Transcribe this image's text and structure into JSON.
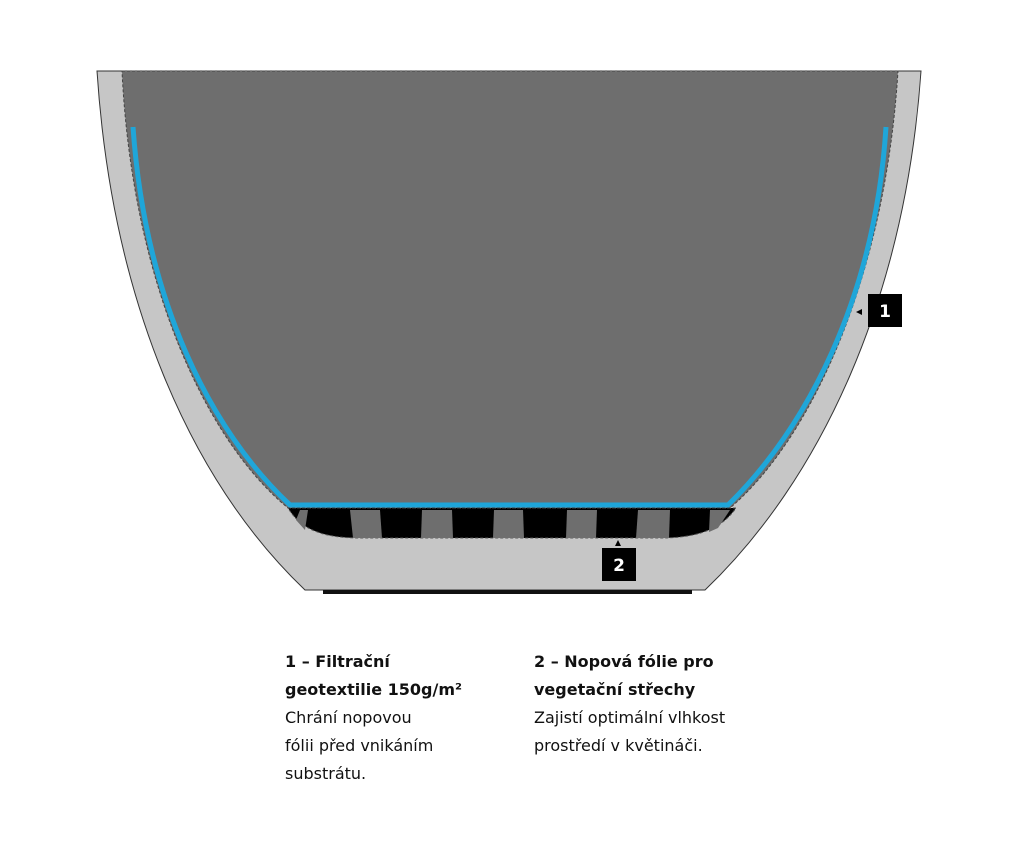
{
  "diagram": {
    "markers": [
      {
        "number": "1"
      },
      {
        "number": "2"
      }
    ],
    "colors": {
      "pot": "#c6c6c6",
      "substrate": "#6e6e6e",
      "geotextile": "#1fa6d9",
      "drainage_foil": "#000000",
      "marker": "#000000"
    }
  },
  "legend": [
    {
      "title_line1": "1 – Filtrační",
      "title_line2": "geotextilie 150g/m²",
      "desc_line1": "Chrání nopovou",
      "desc_line2": "fólii před vnikáním",
      "desc_line3": "substrátu."
    },
    {
      "title_line1": "2 – Nopová fólie pro",
      "title_line2": "vegetační střechy",
      "desc_line1": "Zajistí optimální vlhkost",
      "desc_line2": "prostředí v květináči."
    }
  ]
}
